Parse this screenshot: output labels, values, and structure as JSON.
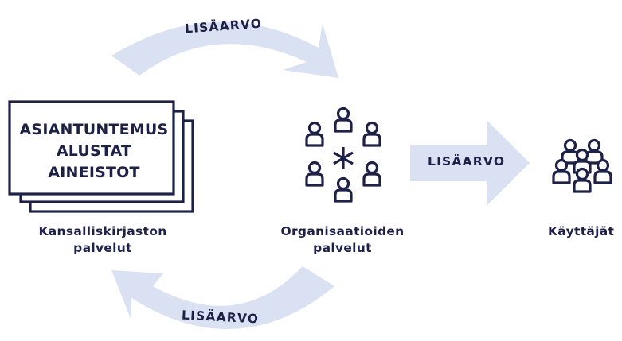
{
  "arrows": {
    "top": "LISÄARVO",
    "middle": "LISÄARVO",
    "bottom": "LISÄARVO"
  },
  "card": {
    "lines": [
      "ASIANTUNTEMUS",
      "ALUSTAT",
      "AINEISTOT"
    ]
  },
  "captions": {
    "national_library": [
      "Kansalliskirjaston",
      "palvelut"
    ],
    "organisations": [
      "Organisaatioiden",
      "palvelut"
    ],
    "users": [
      "Käyttäjät"
    ]
  },
  "colors": {
    "navy": "#1e2147",
    "arrow_fill": "#d9e1f2"
  },
  "icons": [
    "document-stack-icon",
    "organisation-people-icon",
    "users-group-icon"
  ]
}
